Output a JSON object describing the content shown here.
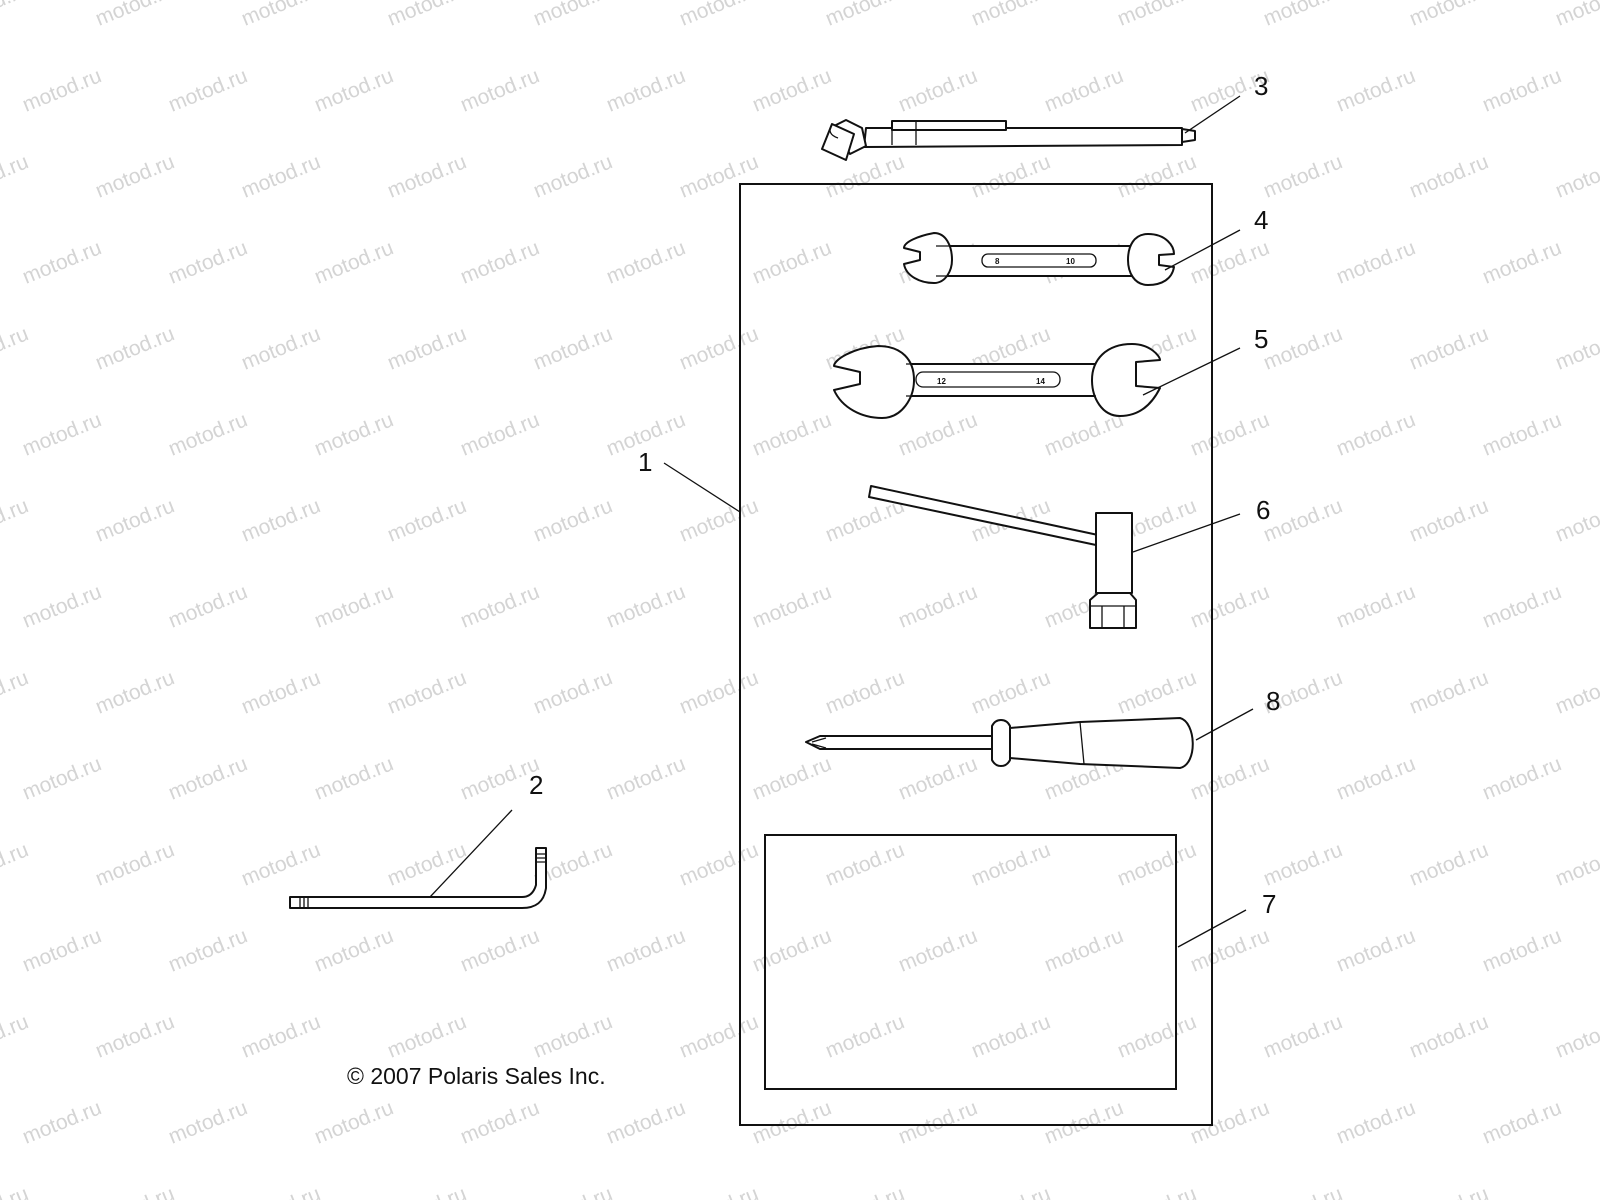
{
  "watermark": "motod.ru",
  "copyright": "© 2007 Polaris Sales Inc.",
  "callouts": {
    "c1": "1",
    "c2": "2",
    "c3": "3",
    "c4": "4",
    "c5": "5",
    "c6": "6",
    "c7": "7",
    "c8": "8"
  },
  "wrench_small_marks": [
    "8",
    "10"
  ],
  "wrench_large_marks": [
    "12",
    "14"
  ]
}
